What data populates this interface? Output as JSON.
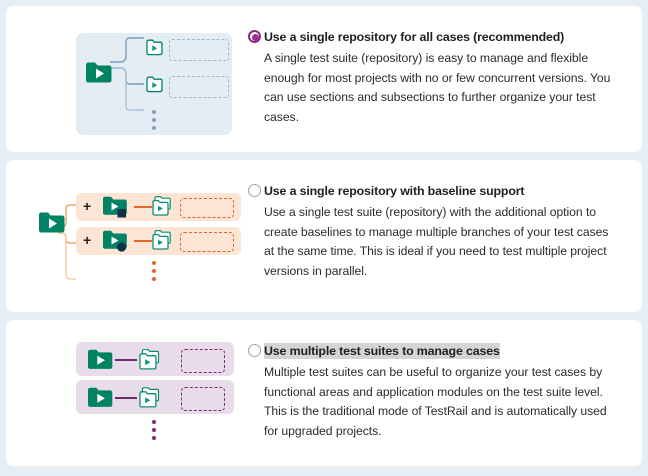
{
  "page": {
    "background_color": "#e5edf5",
    "card_background": "#ffffff"
  },
  "colors": {
    "folder_green": "#008264",
    "selected_radio": "#9c2e96",
    "unselected_radio_border": "#9aa0a6",
    "card1_panel": "#e4ecf4",
    "card1_accent": "#9fb8cd",
    "card2_band": "#fce5d4",
    "card2_accent": "#e0672a",
    "card3_band": "#e9dcea",
    "card3_accent": "#7b2d7b",
    "selection_highlight": "#d4d4d4",
    "badge_navy": "#123047"
  },
  "options": [
    {
      "id": "single-repository",
      "selected": true,
      "title": "Use a single repository for all cases (recommended)",
      "title_highlighted": false,
      "body": "A single test suite (repository) is easy to manage and flexible enough for most projects with no or few concurrent versions. You can use sections and subsections to further organize your test cases.",
      "diagram": {
        "name": "single-repository-diagram",
        "root_icon": "folder-play-icon",
        "child_icons": [
          "folder-play-outline-icon",
          "folder-play-outline-icon"
        ],
        "placeholder_boxes": 2,
        "ellipsis_dots": 3
      }
    },
    {
      "id": "single-repository-baselines",
      "selected": false,
      "title": "Use a single repository with baseline support",
      "title_highlighted": false,
      "body": "Use a single test suite (repository) with the additional option to create baselines to manage multiple branches of your test cases at the same time. This is ideal if you need to test multiple project versions in parallel.",
      "diagram": {
        "name": "baseline-support-diagram",
        "root_icon": "folder-play-icon",
        "plus_label": "+",
        "rows": [
          {
            "badge": "square-badge",
            "folder_icon": "folder-play-badge-icon",
            "stack_icon": "folder-stack-icon"
          },
          {
            "badge": "circle-badge",
            "folder_icon": "folder-play-badge-icon",
            "stack_icon": "folder-stack-icon"
          }
        ],
        "placeholder_boxes": 2,
        "ellipsis_dots": 3
      }
    },
    {
      "id": "multiple-test-suites",
      "selected": false,
      "title": "Use multiple test suites to manage cases",
      "title_highlighted": true,
      "body": "Multiple test suites can be useful to organize your test cases by functional areas and application modules on the test suite level. This is the traditional mode of TestRail and is automatically used for upgraded projects.",
      "diagram": {
        "name": "multiple-test-suites-diagram",
        "rows": [
          {
            "folder_icon": "folder-play-icon",
            "stack_icon": "folder-stack-icon"
          },
          {
            "folder_icon": "folder-play-icon",
            "stack_icon": "folder-stack-icon"
          }
        ],
        "placeholder_boxes": 2,
        "ellipsis_dots": 3
      }
    }
  ]
}
